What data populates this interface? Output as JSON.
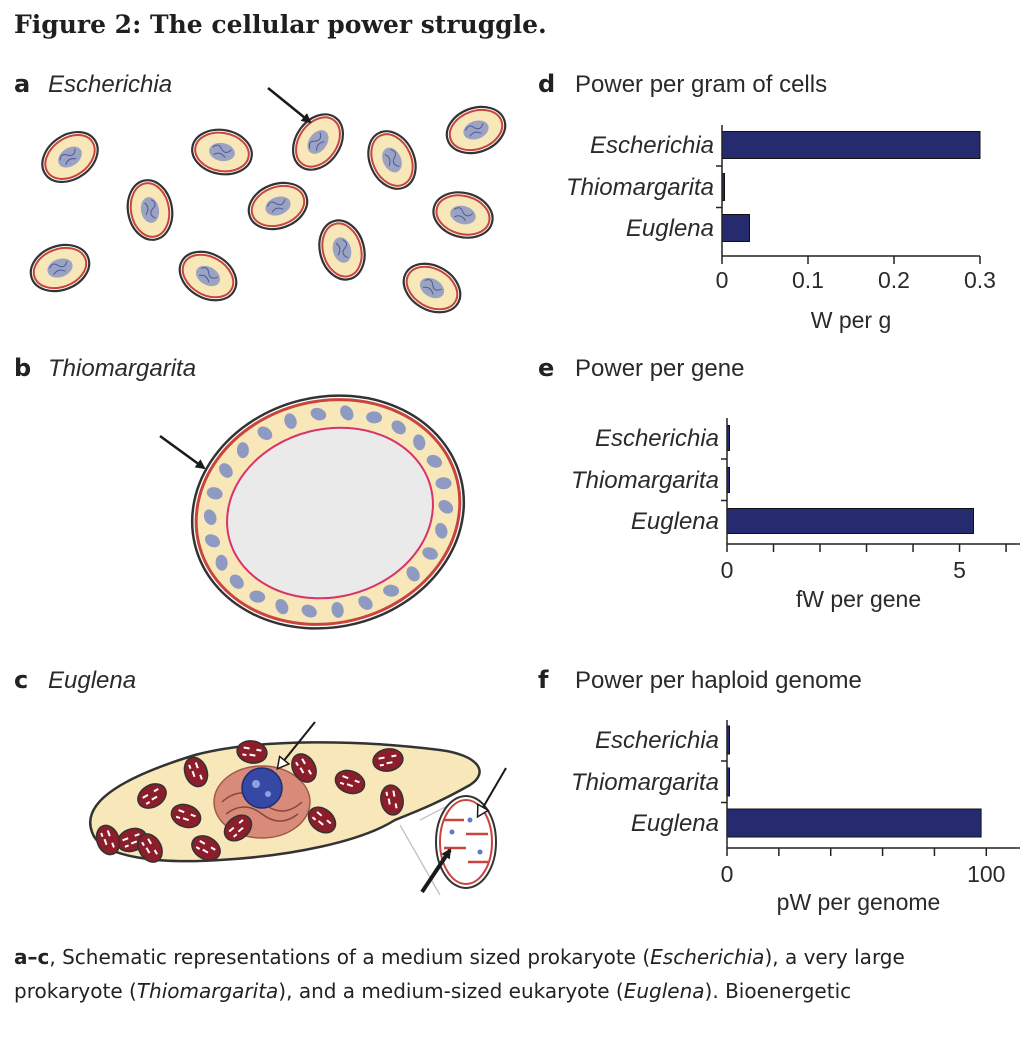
{
  "figure": {
    "title": "Figure 2: The cellular power struggle."
  },
  "panels": {
    "a": {
      "letter": "a",
      "name": "Escherichia"
    },
    "b": {
      "letter": "b",
      "name": "Thiomargarita"
    },
    "c": {
      "letter": "c",
      "name": "Euglena"
    },
    "d": {
      "letter": "d",
      "title": "Power per gram of cells"
    },
    "e": {
      "letter": "e",
      "title": "Power per gene"
    },
    "f": {
      "letter": "f",
      "title": "Power per haploid genome"
    }
  },
  "colors": {
    "bar": "#262a6e",
    "cell_fill": "#f8e7b8",
    "cell_membrane": "#c8443c",
    "nucleoid": "#7c8cc4",
    "mito_fill": "#8b1e2a",
    "nucleus": "#3448a4"
  },
  "chart_data": [
    {
      "type": "bar",
      "orientation": "horizontal",
      "categories": [
        "Escherichia",
        "Thiomargarita",
        "Euglena"
      ],
      "values": [
        0.3,
        0.002,
        0.032
      ],
      "xlabel": "W per g",
      "xlim": [
        0,
        0.3
      ],
      "ticks": [
        0,
        0.1,
        0.2,
        0.3
      ],
      "tick_labels": [
        "0",
        "0.1",
        "0.2",
        "0.3"
      ]
    },
    {
      "type": "bar",
      "orientation": "horizontal",
      "categories": [
        "Escherichia",
        "Thiomargarita",
        "Euglena"
      ],
      "values": [
        0.05,
        0.04,
        5.3
      ],
      "xlabel": "fW per gene",
      "xlim": [
        0,
        6.3
      ],
      "ticks": [
        0,
        1,
        2,
        3,
        4,
        5,
        6
      ],
      "tick_labels": [
        "0",
        "",
        "",
        "",
        "",
        "5",
        ""
      ]
    },
    {
      "type": "bar",
      "orientation": "horizontal",
      "categories": [
        "Escherichia",
        "Thiomargarita",
        "Euglena"
      ],
      "values": [
        0.3,
        0.3,
        98
      ],
      "xlabel": "pW per genome",
      "xlim": [
        0,
        113
      ],
      "ticks": [
        0,
        20,
        40,
        60,
        80,
        100
      ],
      "tick_labels": [
        "0",
        "",
        "",
        "",
        "",
        "100"
      ]
    }
  ],
  "caption": {
    "lead": "a–c",
    "sep": ", Schematic representations of a medium sized prokaryote (",
    "t1": "Escherichia",
    "m1": "), a very large prokaryote (",
    "t2": "Thiomargarita",
    "m2": "), and a medium-sized eukaryote (",
    "t3": "Euglena",
    "m3": "). Bioenergetic"
  }
}
